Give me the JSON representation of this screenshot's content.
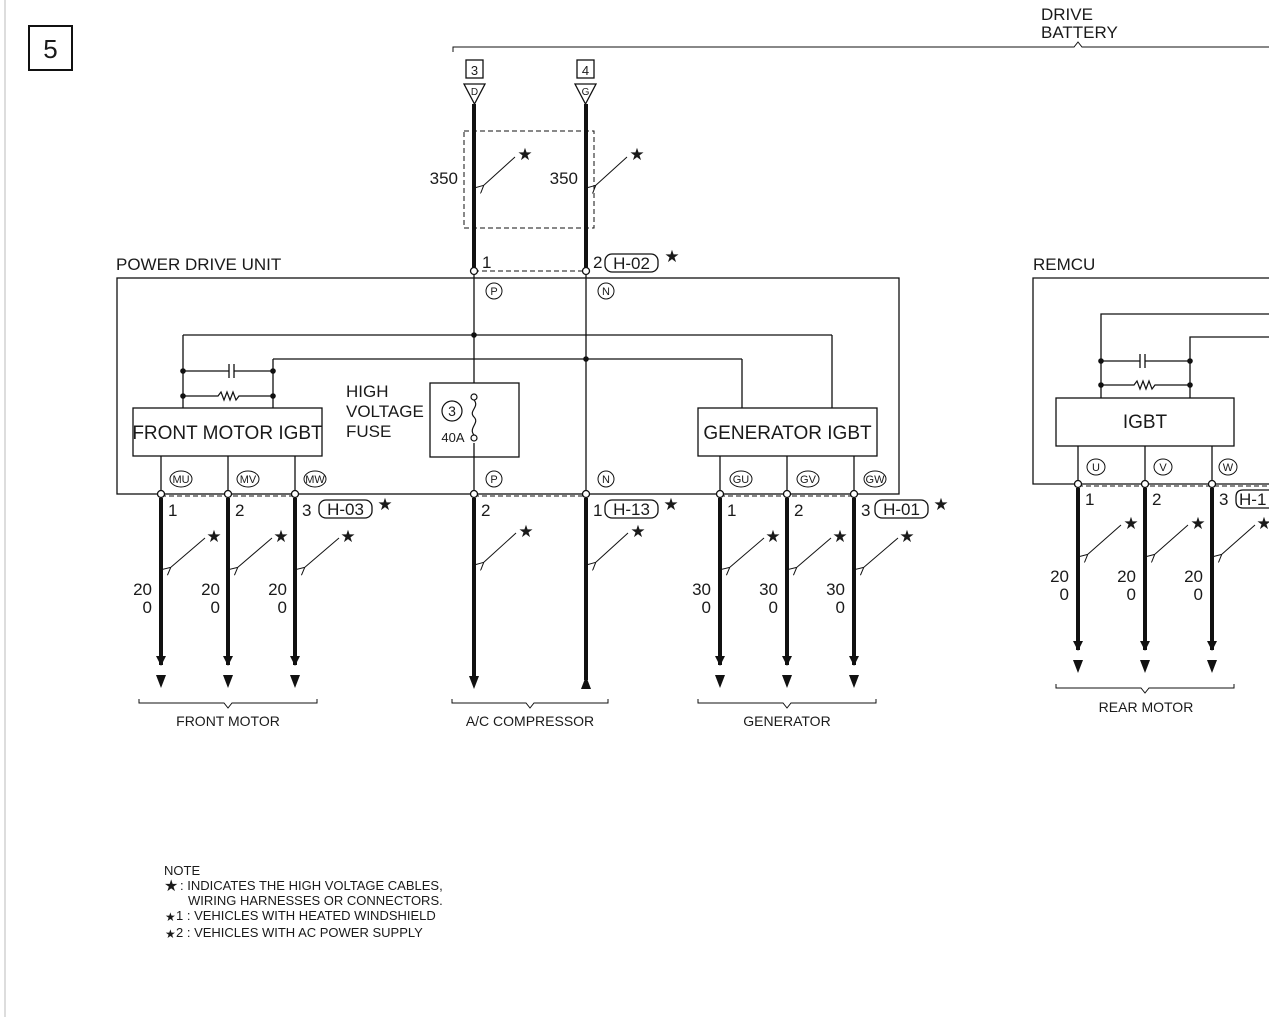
{
  "page_number": "5",
  "drive_battery": {
    "line1": "DRIVE",
    "line2": "BATTERY",
    "terminal_3": "3",
    "terminal_4": "4",
    "letter_d": "D",
    "letter_g": "G"
  },
  "battery_cables": {
    "size_left": "350",
    "size_right": "350"
  },
  "pdu": {
    "title": "POWER DRIVE UNIT",
    "pin_1": "1",
    "pin_2": "2",
    "connector_top": "H-02",
    "term_p": "P",
    "term_n": "N"
  },
  "fuse": {
    "line1": "HIGH",
    "line2": "VOLTAGE",
    "line3": "FUSE",
    "number": "3",
    "rating": "40A"
  },
  "front_igbt": {
    "label": "FRONT MOTOR IGBT",
    "t1": "MU",
    "t2": "MV",
    "t3": "MW",
    "pin_1": "1",
    "pin_2": "2",
    "pin_3": "3",
    "connector": "H-03",
    "size_top": "20",
    "size_bottom": "0",
    "dest": "FRONT MOTOR"
  },
  "ac": {
    "term_p": "P",
    "term_n": "N",
    "pin_left": "2",
    "pin_right": "1",
    "connector": "H-13",
    "dest": "A/C COMPRESSOR"
  },
  "gen_igbt": {
    "label": "GENERATOR IGBT",
    "t1": "GU",
    "t2": "GV",
    "t3": "GW",
    "pin_1": "1",
    "pin_2": "2",
    "pin_3": "3",
    "connector": "H-01",
    "size_top": "30",
    "size_bottom": "0",
    "dest": "GENERATOR"
  },
  "remcu": {
    "title": "REMCU",
    "igbt_label": "IGBT",
    "t1": "U",
    "t2": "V",
    "t3": "W",
    "pin_1": "1",
    "pin_2": "2",
    "pin_3": "3",
    "connector": "H-1",
    "size_top": "20",
    "size_bottom": "0",
    "dest": "REAR MOTOR"
  },
  "note": {
    "title": "NOTE",
    "line1": ": INDICATES THE HIGH VOLTAGE CABLES,",
    "line2": "WIRING HARNESSES OR CONNECTORS.",
    "line3": "1 : VEHICLES WITH HEATED WINDSHIELD",
    "line4": "2 : VEHICLES WITH AC POWER SUPPLY"
  }
}
